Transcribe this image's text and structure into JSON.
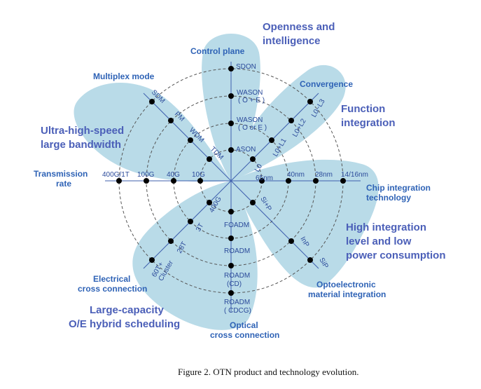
{
  "diagram": {
    "axes": {
      "control_plane": {
        "label": "Control plane",
        "ticks": [
          "SDON",
          "WASON\n( O + E )",
          "WASON\n( O or E )",
          "ASON"
        ]
      },
      "convergence": {
        "label": "Convergence",
        "ticks": [
          "L0~L3",
          "L0+L2",
          "L0+L1",
          "L0"
        ]
      },
      "chip": {
        "label": "Chip integration\ntechnology",
        "ticks": [
          "14/16nm",
          "28nm",
          "40nm",
          "65nm"
        ]
      },
      "optoelectronic": {
        "label": "Optoelectronic\nmaterial integration",
        "ticks": [
          "SiP",
          "InP",
          "Si+P"
        ]
      },
      "optical_cross": {
        "label": "Optical\ncross connection",
        "ticks": [
          "FOADM",
          "ROADM",
          "ROADM\n(CD)",
          "ROADM\n( CDCG)"
        ]
      },
      "electrical_cross": {
        "label": "Electrical\ncross connection",
        "ticks": [
          "400G",
          "3T",
          "28T",
          "60T+\nCluster"
        ]
      },
      "transmission": {
        "label": "Transmission\nrate",
        "ticks": [
          "10G",
          "40G",
          "100G",
          "400G/1T"
        ]
      },
      "multiplex": {
        "label": "Multiplex mode",
        "ticks": [
          "TDM",
          "WDM",
          "PM",
          "SDM"
        ]
      }
    },
    "groups": {
      "openness": "Openness and\nintelligence",
      "function": "Function\nintegration",
      "high_integration": "High integration\nlevel and low\npower consumption",
      "large_capacity": "Large-capacity\nO/E hybrid scheduling",
      "ultra_high_speed": "Ultra-high-speed\nlarge bandwidth"
    },
    "caption": "Figure 2. OTN product and technology evolution.",
    "colors": {
      "petal": "#b9dbe8",
      "axis": "#3f5fae",
      "label": "#2f63b6",
      "group": "#4b5fb8"
    }
  }
}
